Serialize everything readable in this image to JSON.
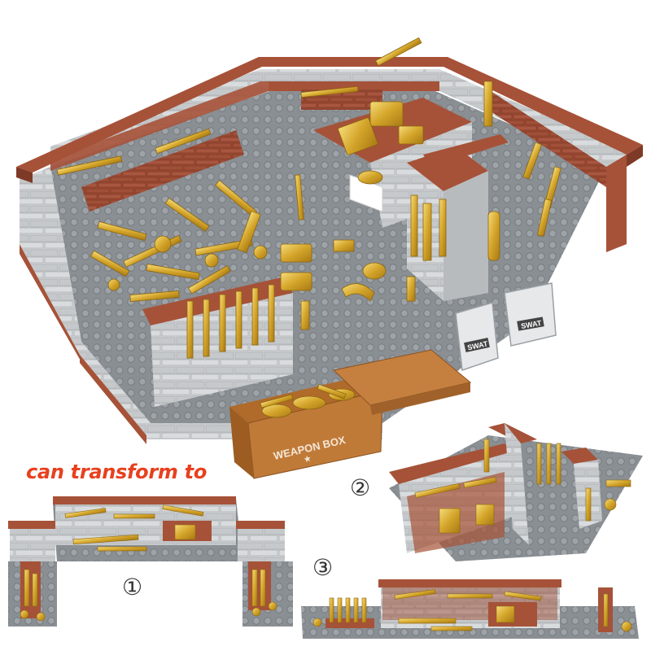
{
  "caption": "can transform to",
  "box_label": "WEAPON BOX",
  "shield_label": "SWAT",
  "config_markers": [
    "①",
    "②",
    "③"
  ],
  "colors": {
    "brick": "#a65238",
    "brick_dark": "#7e3a26",
    "baseplate": "#8e9398",
    "wall_grey": "#c9ccce",
    "gold": "#d8ab2c",
    "gold_light": "#f1d26a",
    "crate": "#c07a38",
    "caption": "#e8401e"
  }
}
